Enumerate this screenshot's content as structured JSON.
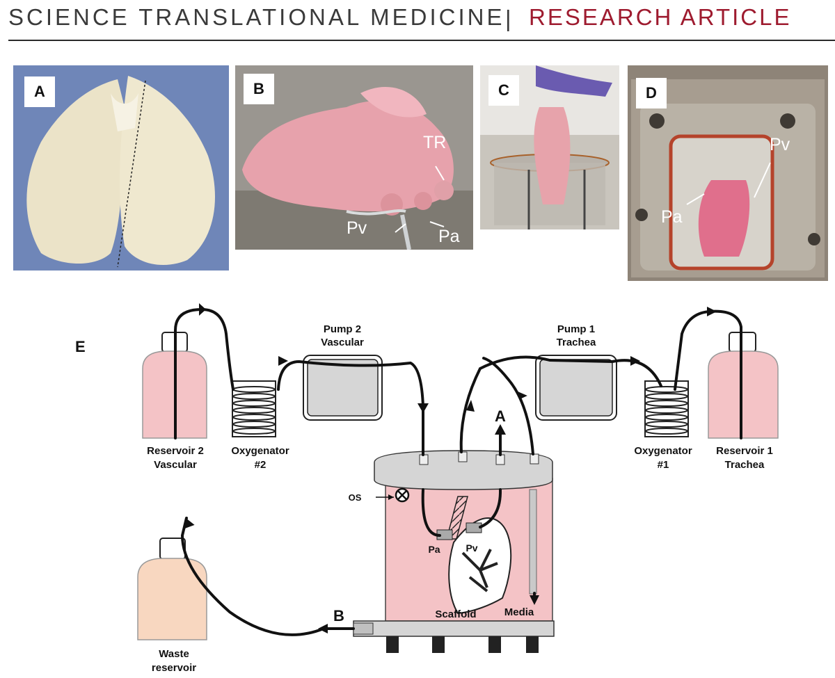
{
  "header": {
    "journal": "SCIENCE TRANSLATIONAL MEDICINE",
    "separator": "|",
    "section": "RESEARCH ARTICLE",
    "accent_color": "#9e1b2f"
  },
  "panels": {
    "A": {
      "label": "A"
    },
    "B": {
      "label": "B",
      "annotations": {
        "tr": "TR",
        "pv": "Pv",
        "pa": "Pa"
      }
    },
    "C": {
      "label": "C"
    },
    "D": {
      "label": "D",
      "annotations": {
        "pv": "Pv",
        "pa": "Pa"
      }
    },
    "E": {
      "label": "E",
      "pump2": [
        "Pump 2",
        "Vascular"
      ],
      "pump1": [
        "Pump 1",
        "Trachea"
      ],
      "reservoir2": [
        "Reservoir 2",
        "Vascular"
      ],
      "oxygenator2": [
        "Oxygenator",
        "#2"
      ],
      "oxygenator1": [
        "Oxygenator",
        "#1"
      ],
      "reservoir1": [
        "Reservoir 1",
        "Trachea"
      ],
      "waste": [
        "Waste",
        "reservoir"
      ],
      "outlet_a": "A",
      "outlet_b": "B",
      "os": "OS",
      "pa": "Pa",
      "pv": "Pv",
      "scaffold": "Scaffold",
      "media": "Media"
    }
  }
}
